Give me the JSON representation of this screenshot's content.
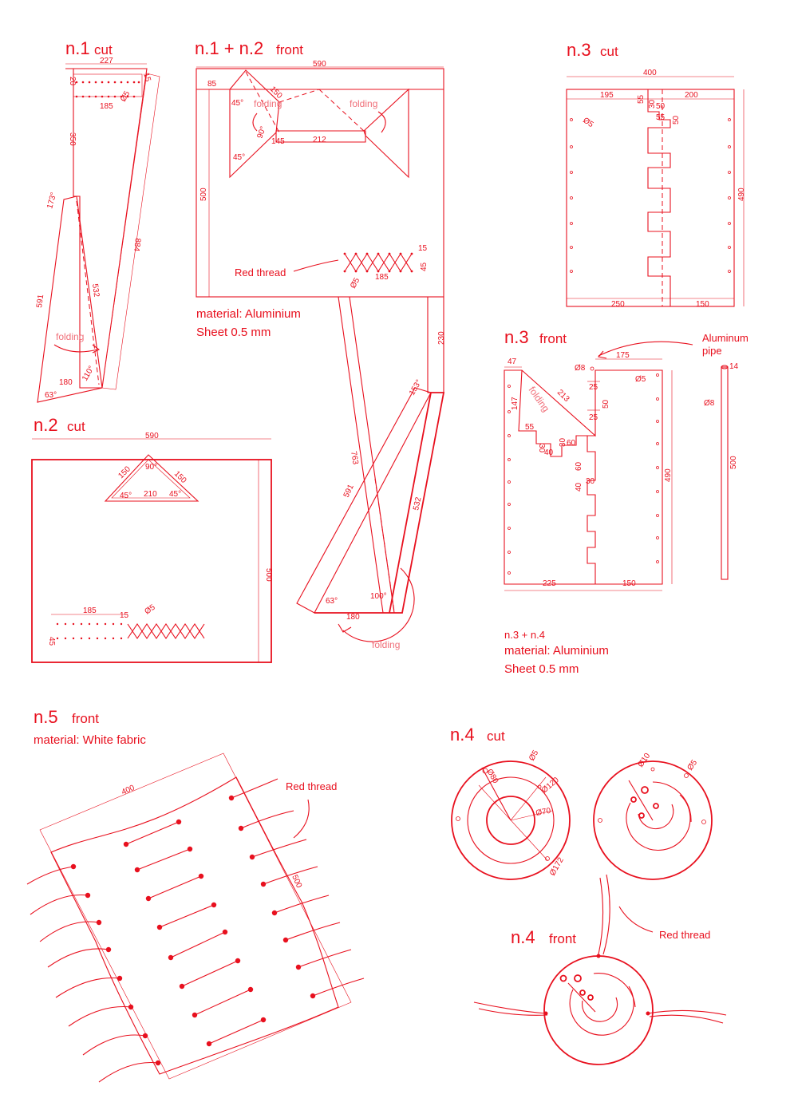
{
  "panels": {
    "n1_cut": {
      "title": "n.1",
      "subtitle": "cut",
      "dims": {
        "width": "227",
        "d15": "15",
        "d20": "20",
        "d185": "185",
        "d350": "350",
        "d5": "Ø5",
        "d884": "884",
        "d173": "173°",
        "d591": "591",
        "d532": "532",
        "d180": "180",
        "d110": "110°",
        "d63": "63°"
      },
      "fold_label": "folding"
    },
    "n12_front": {
      "title": "n.1 + n.2",
      "subtitle": "front",
      "dims": {
        "width": "590",
        "d85": "85",
        "d150": "150",
        "d45a": "45°",
        "d90": "90°",
        "d145": "145",
        "d212": "212",
        "d45b": "45°",
        "d500": "500",
        "d15": "15",
        "d45": "45",
        "d185": "185",
        "d5": "Ø5",
        "d230": "230",
        "d153": "153°",
        "d763": "763",
        "d591": "591",
        "d532": "532",
        "d63": "63°",
        "d100": "100°",
        "d180": "180"
      },
      "fold_labels": [
        "folding",
        "folding",
        "folding"
      ],
      "thread_label": "Red thread",
      "material": "material: Aluminium",
      "sheet": "Sheet 0.5 mm"
    },
    "n2_cut": {
      "title": "n.2",
      "subtitle": "cut",
      "dims": {
        "width": "590",
        "d150a": "150",
        "d150b": "150",
        "d90": "90°",
        "d45a": "45°",
        "d45b": "45°",
        "d210": "210",
        "d500": "500",
        "d185": "185",
        "d15": "15",
        "d5": "Ø5",
        "d45": "45"
      }
    },
    "n3_cut": {
      "title": "n.3",
      "subtitle": "cut",
      "dims": {
        "width": "400",
        "d195": "195",
        "d200": "200",
        "d55a": "55",
        "d30": "30",
        "d50a": "50",
        "d55b": "55",
        "d50b": "50",
        "d5": "Ø5",
        "d490": "490",
        "d250": "250",
        "d150": "150"
      }
    },
    "n3_front": {
      "title": "n.3",
      "subtitle": "front",
      "dims": {
        "d47": "47",
        "d8": "Ø8",
        "d175": "175",
        "d147": "147",
        "d213": "213",
        "d25a": "25",
        "d50": "50",
        "d25b": "25",
        "d5": "Ø5",
        "d55": "55",
        "d30a": "30",
        "d30b": "30",
        "d60a": "60",
        "d40a": "40",
        "d60b": "60",
        "d40b": "40",
        "d30c": "30",
        "d490": "490",
        "d225": "225",
        "d150": "150"
      },
      "fold_label": "folding",
      "pipe_label_1": "Aluminum",
      "pipe_label_2": "pipe",
      "pipe_dims": {
        "d14": "14",
        "d8": "Ø8",
        "d500": "500"
      }
    },
    "n34_material": {
      "heading": "n.3 + n.4",
      "material": "material: Aluminium",
      "sheet": "Sheet 0.5 mm"
    },
    "n5_front": {
      "title": "n.5",
      "subtitle": "front",
      "material": "material: White fabric",
      "dims": {
        "d400": "400",
        "d500": "500"
      },
      "thread_label": "Red thread"
    },
    "n4_cut": {
      "title": "n.4",
      "subtitle": "cut",
      "dims": {
        "d80": "Ø80",
        "d120": "Ø120",
        "d70": "Ø70",
        "d172": "Ø172",
        "d5": "Ø5",
        "d10": "Ø10",
        "d5b": "Ø5"
      }
    },
    "n4_front": {
      "title": "n.4",
      "subtitle": "front",
      "thread_label": "Red thread"
    }
  },
  "colors": {
    "ink": "#e8101e",
    "soft": "#f0707a",
    "paper": "#ffffff"
  }
}
